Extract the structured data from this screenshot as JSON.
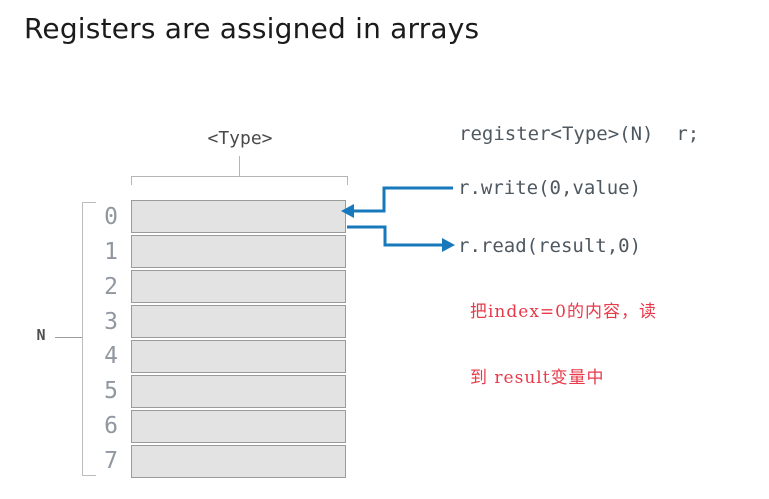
{
  "title": "Registers are assigned in arrays",
  "diagram": {
    "type_label": "<Type>",
    "n_label": "N",
    "row_indices": [
      "0",
      "1",
      "2",
      "3",
      "4",
      "5",
      "6",
      "7"
    ],
    "cell_fill": "#e3e3e3",
    "cell_border": "#9b9b9b",
    "bracket_color": "#b5b5b5",
    "index_color": "#9097a0"
  },
  "code": {
    "declaration": "register<Type>(N)  r;",
    "write_call": "r.write(0,value)",
    "read_call": "r.read(result,0)",
    "color": "#4e5861"
  },
  "annotation": {
    "line1": "把index=0的内容，读",
    "line2": "到 result变量中",
    "color": "#e8394a"
  },
  "colors": {
    "arrow": "#1778bc",
    "title": "#1b1b1b",
    "background": "#ffffff"
  }
}
